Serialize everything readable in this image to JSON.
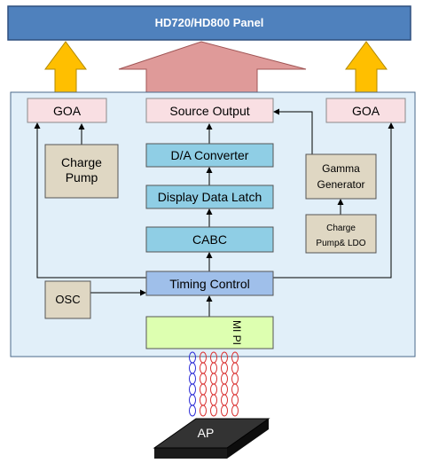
{
  "panel": {
    "title": "HD720/HD800 Panel"
  },
  "blocks": {
    "goa_left": "GOA",
    "goa_right": "GOA",
    "source_output": "Source Output",
    "charge_pump_line1": "Charge",
    "charge_pump_line2": "Pump",
    "da_converter": "D/A Converter",
    "gamma_line1": "Gamma",
    "gamma_line2": "Generator",
    "display_data_latch": "Display Data Latch",
    "charge_pump_ldo_line1": "Charge",
    "charge_pump_ldo_line2": "Pump& LDO",
    "cabc": "CABC",
    "timing_control": "Timing Control",
    "osc": "OSC",
    "mipi": "MI PI"
  },
  "host": {
    "label": "AP"
  },
  "colors": {
    "panel_fill": "#4f81bd",
    "panel_stroke": "#2f4f7f",
    "chip_area": "#e1eff9",
    "pink_box": "#f9dfe3",
    "teal_box": "#8fcee5",
    "timing_box": "#9fbfea",
    "tan_box": "#dfd7c3",
    "mipi_box": "#ddffb0",
    "yellow_arrow": "#ffbf00",
    "red_arrow": "#df9a99",
    "wire_blue": "#2b2bd6",
    "wire_red": "#d93030",
    "chip_body": "#1a1a1a"
  }
}
